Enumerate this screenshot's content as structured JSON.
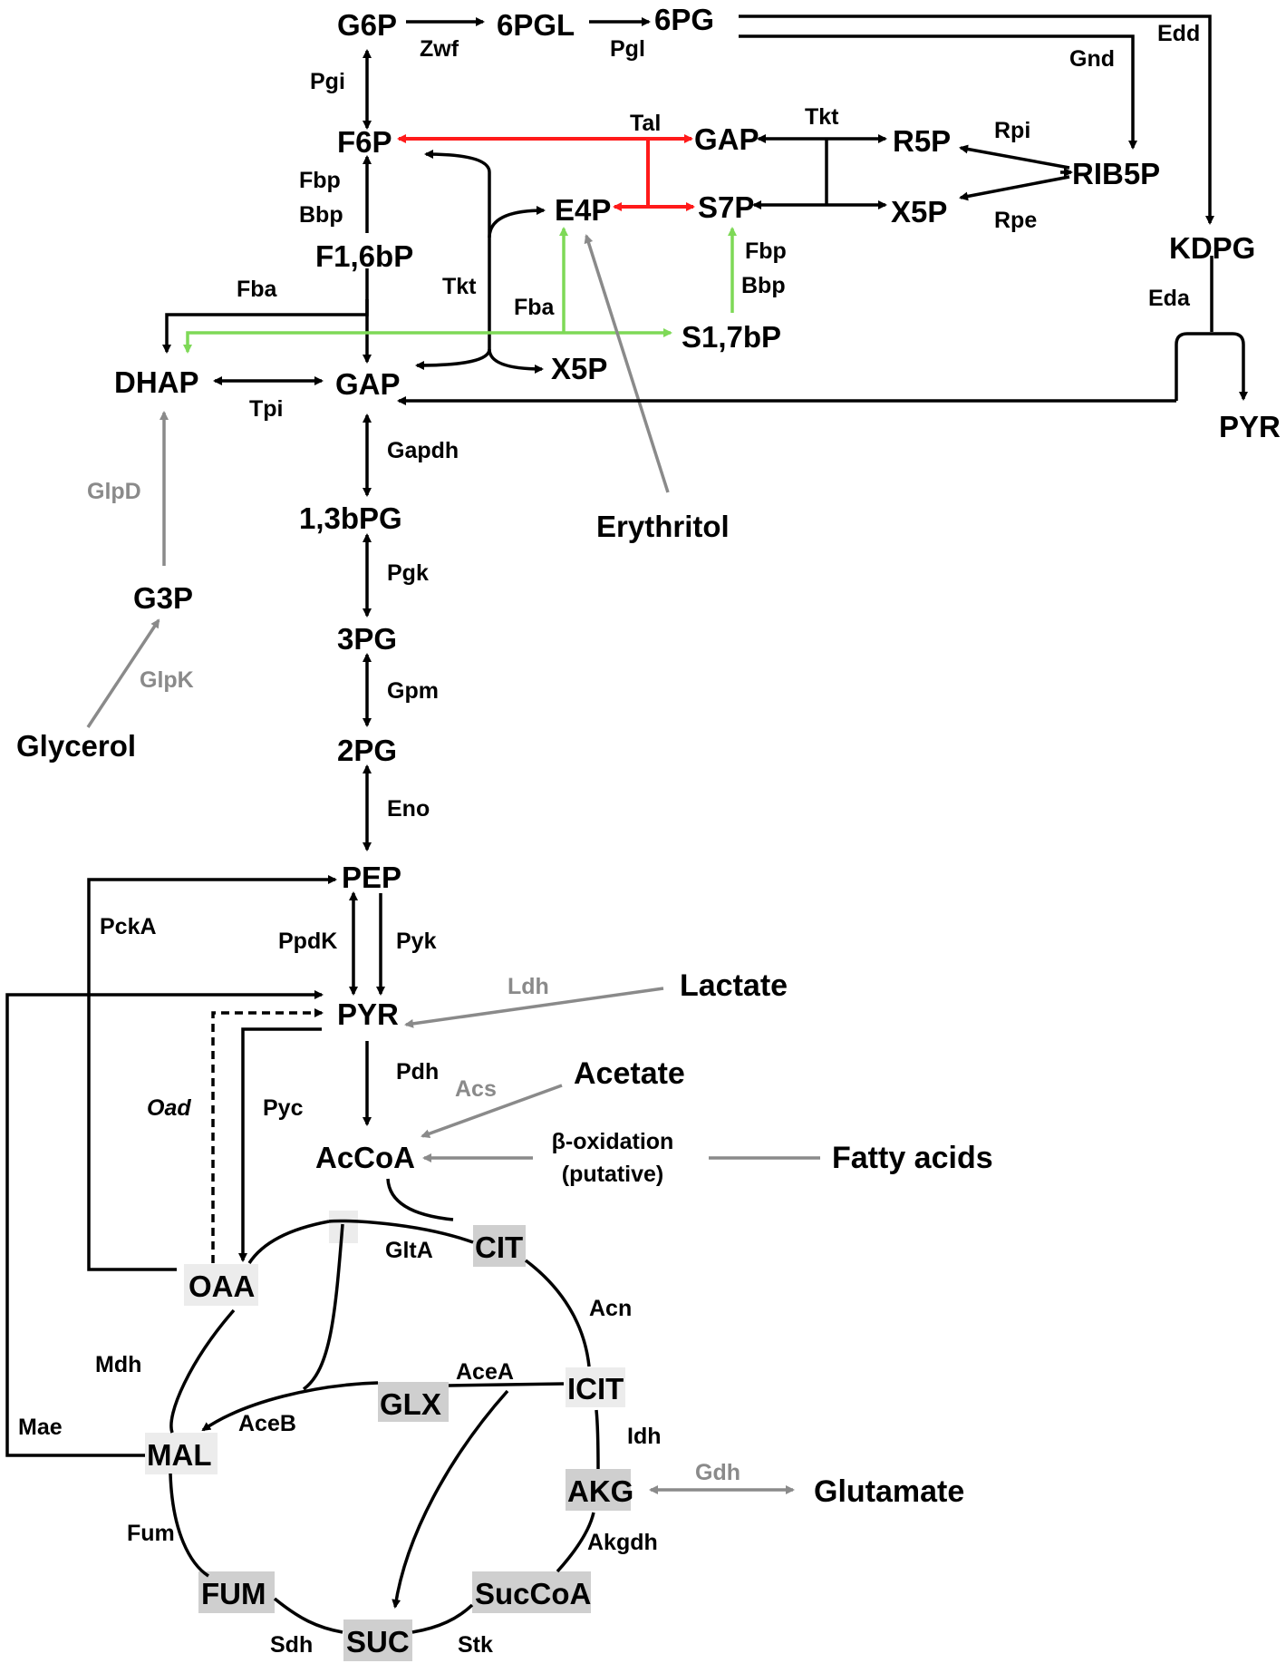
{
  "metabolites": {
    "g6p": "G6P",
    "pgl6": "6PGL",
    "pg6": "6PG",
    "f6p": "F6P",
    "gap_ppp": "GAP",
    "r5p": "R5P",
    "rib5p": "RIB5P",
    "e4p": "E4P",
    "s7p": "S7P",
    "x5p_ppp": "X5P",
    "kdpg": "KDPG",
    "f16bp": "F1,6bP",
    "s17bp": "S1,7bP",
    "dhap": "DHAP",
    "gap": "GAP",
    "x5p": "X5P",
    "pyr_ed": "PYR",
    "bpg13": "1,3bPG",
    "erythritol": "Erythritol",
    "g3p": "G3P",
    "pg3": "3PG",
    "glycerol": "Glycerol",
    "pg2": "2PG",
    "pep": "PEP",
    "pyr": "PYR",
    "lactate": "Lactate",
    "acetate": "Acetate",
    "accoa": "AcCoA",
    "fatty_acids": "Fatty acids",
    "cit": "CIT",
    "oaa": "OAA",
    "icit": "ICIT",
    "glx": "GLX",
    "mal": "MAL",
    "akg": "AKG",
    "glutamate": "Glutamate",
    "fum": "FUM",
    "succoa": "SucCoA",
    "suc": "SUC"
  },
  "enzymes": {
    "zwf": "Zwf",
    "pgl": "Pgl",
    "edd": "Edd",
    "gnd": "Gnd",
    "pgi": "Pgi",
    "tal": "Tal",
    "tkt_top": "Tkt",
    "rpi": "Rpi",
    "rpe": "Rpe",
    "fbp1": "Fbp",
    "bbp1": "Bbp",
    "fbp2": "Fbp",
    "bbp2": "Bbp",
    "tkt_mid": "Tkt",
    "fba1": "Fba",
    "fba2": "Fba",
    "eda": "Eda",
    "tpi": "Tpi",
    "gapdh": "Gapdh",
    "glpd": "GlpD",
    "pgk": "Pgk",
    "glpk": "GlpK",
    "gpm": "Gpm",
    "eno": "Eno",
    "pcka": "PckA",
    "ppdk": "PpdK",
    "pyk": "Pyk",
    "ldh": "Ldh",
    "pdh": "Pdh",
    "acs": "Acs",
    "oad": "Oad",
    "pyc": "Pyc",
    "gita": "GltA",
    "acn": "Acn",
    "acea": "AceA",
    "mdh": "Mdh",
    "aceb": "AceB",
    "mae": "Mae",
    "idh": "Idh",
    "gdh": "Gdh",
    "akgdh": "Akgdh",
    "fum": "Fum",
    "sdh": "Sdh",
    "stk": "Stk"
  },
  "notes": {
    "beta_ox_line1": "β-oxidation",
    "beta_ox_line2": "(putative)"
  },
  "colors": {
    "black": "#000000",
    "grey": "#8a8a8a",
    "red": "#ff1a1a",
    "green": "#7ed957",
    "highlight_light": "#ececec",
    "highlight_dark": "#cfcfcf"
  }
}
